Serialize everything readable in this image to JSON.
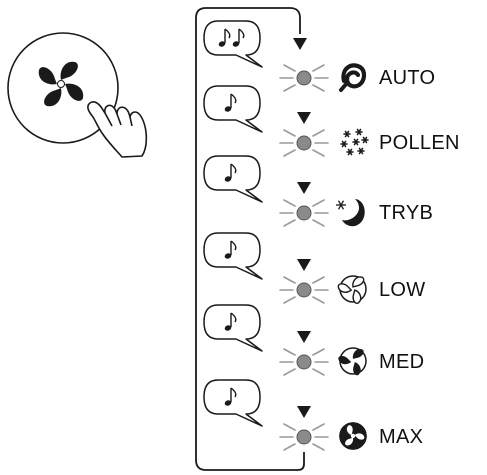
{
  "modes": [
    {
      "label": "AUTO",
      "icon": "auto-swirl-icon",
      "beeps": 2
    },
    {
      "label": "POLLEN",
      "icon": "pollen-icon",
      "beeps": 1
    },
    {
      "label": "TRYB",
      "icon": "sleep-moon-icon",
      "beeps": 1
    },
    {
      "label": "LOW",
      "icon": "fan-low-icon",
      "beeps": 1
    },
    {
      "label": "MED",
      "icon": "fan-med-icon",
      "beeps": 1
    },
    {
      "label": "MAX",
      "icon": "fan-max-icon",
      "beeps": 1
    }
  ],
  "button": {
    "icon": "fan-button-icon",
    "hand_icon": "pressing-hand-icon"
  },
  "colors": {
    "line": "#1a1a1a",
    "led": "#8a8a8a",
    "glow": "#9a9a9a"
  }
}
